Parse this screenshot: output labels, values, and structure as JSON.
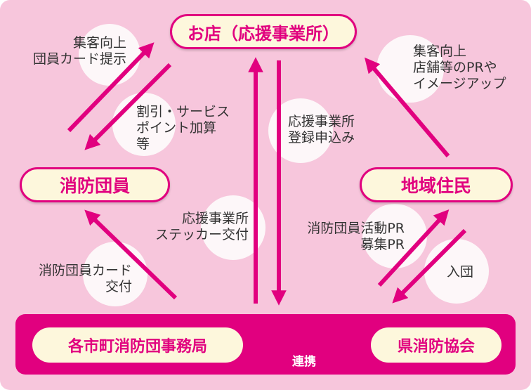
{
  "nodes": {
    "shop": "お店（応援事業所）",
    "firefighter": "消防団員",
    "resident": "地域住民",
    "municipal_office": "各市町消防団事務局",
    "prefectural_association": "県消防協会"
  },
  "edges": {
    "customer_attraction": [
      "集客向上",
      "団員カード提示"
    ],
    "discount_service": [
      "割引・サービス",
      "ポイント加算",
      "等"
    ],
    "shop_pr": [
      "集客向上",
      "店舗等のPRや",
      "イメージアップ"
    ],
    "registration": [
      "応援事業所",
      "登録申込み"
    ],
    "sticker": [
      "応援事業所",
      "ステッカー交付"
    ],
    "card_issue": [
      "消防団員カード",
      "交付"
    ],
    "recruit_pr": [
      "消防団員活動PR",
      "募集PR"
    ],
    "join": "入団",
    "cooperation": "連携"
  },
  "colors": {
    "accent": "#e1007f",
    "background": "#f7c6dc",
    "node_fill": "#fdf7dc"
  }
}
